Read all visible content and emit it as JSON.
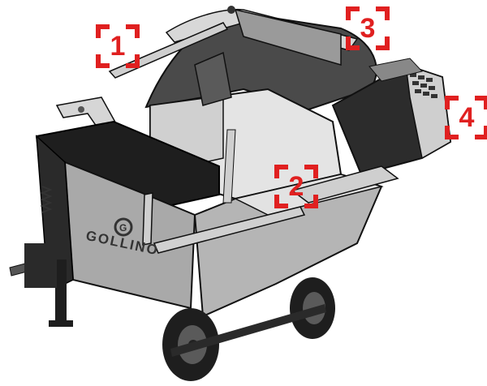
{
  "brand": {
    "name": "GOLLINO",
    "logo_letter": "G"
  },
  "callouts": [
    {
      "label": "1"
    },
    {
      "label": "2"
    },
    {
      "label": "3"
    },
    {
      "label": "4"
    }
  ],
  "colors": {
    "callout": "#e02020",
    "frame": "#1e1e1e",
    "panel": "#a9a9a9",
    "background": "#ffffff"
  }
}
